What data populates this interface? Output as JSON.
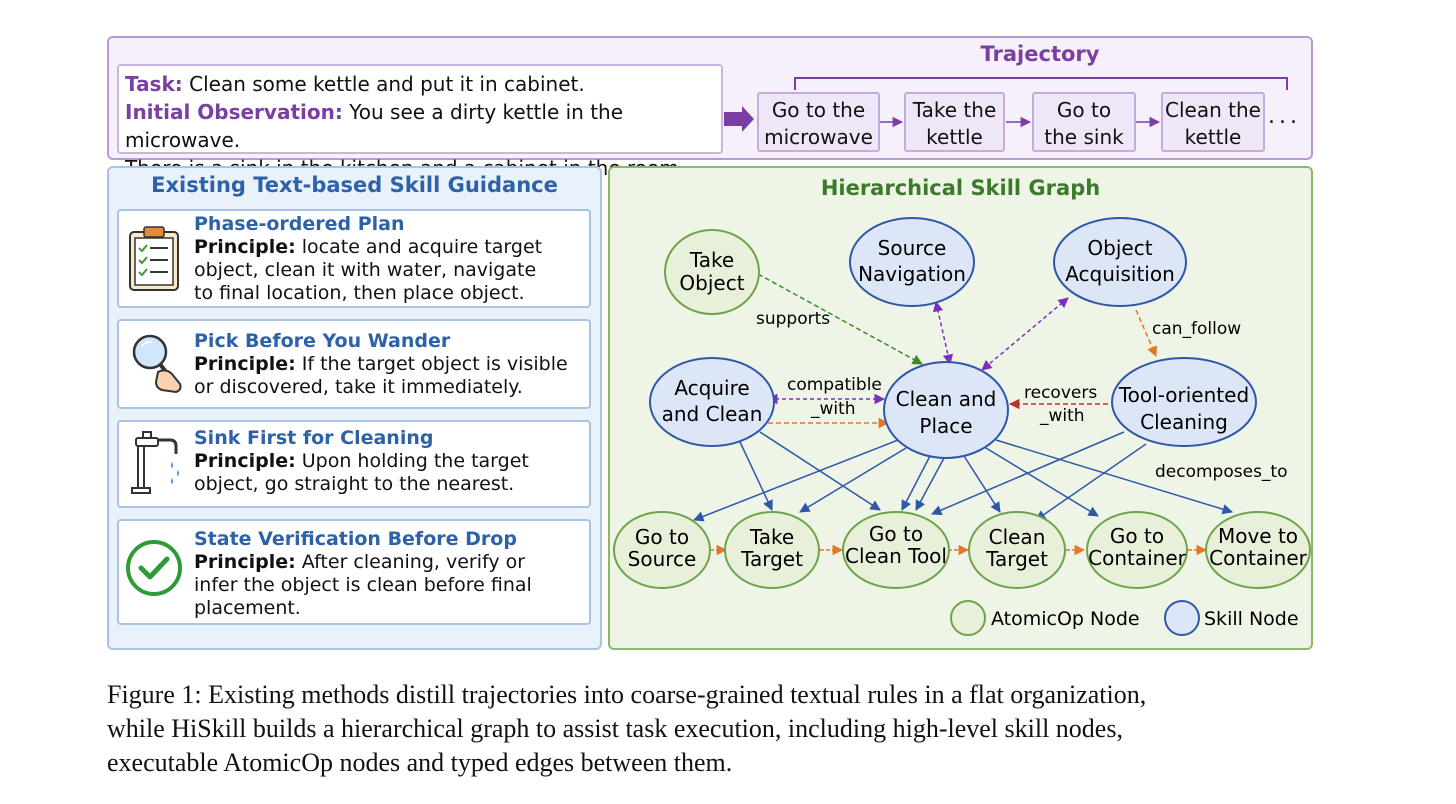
{
  "top": {
    "task_label": "Task:",
    "task_text": " Clean some kettle and put it in cabinet.",
    "obs_label": "Initial Observation:",
    "obs_text": " You see a dirty kettle in the microwave.",
    "obs_text2": "There is a sink in the kitchen and a cabinet in the room.",
    "trajectory_title": "Trajectory",
    "steps": [
      {
        "line1": "Go to the",
        "line2": "microwave"
      },
      {
        "line1": "Take the",
        "line2": "kettle"
      },
      {
        "line1": "Go to",
        "line2": "the sink"
      },
      {
        "line1": "Clean the",
        "line2": "kettle"
      }
    ],
    "ellipsis": "..."
  },
  "left": {
    "title": "Existing Text-based Skill Guidance",
    "principle_label": "Principle:",
    "cards": [
      {
        "title": "Phase-ordered Plan",
        "l1": " locate and acquire target",
        "l2": "object, clean it with water, navigate",
        "l3": "to final location, then place object.",
        "icon": "clipboard-checklist-icon"
      },
      {
        "title": "Pick Before You Wander",
        "l1": " If the target object is visible",
        "l2": "or discovered, take it immediately.",
        "l3": "",
        "icon": "magnifier-hand-icon"
      },
      {
        "title": "Sink First for Cleaning",
        "l1": " Upon holding the target",
        "l2": "object, go straight to the nearest.",
        "l3": "",
        "icon": "faucet-icon"
      },
      {
        "title": "State Verification Before Drop",
        "l1": " After cleaning, verify or",
        "l2": "infer the object is clean before final",
        "l3": "placement.",
        "icon": "check-circle-icon"
      }
    ]
  },
  "right": {
    "title": "Hierarchical Skill Graph",
    "nodes": {
      "take_object": [
        "Take",
        "Object"
      ],
      "source_nav": [
        "Source",
        "Navigation"
      ],
      "object_acq": [
        "Object",
        "Acquisition"
      ],
      "acquire_clean": [
        "Acquire",
        "and Clean"
      ],
      "clean_place": [
        "Clean and",
        "Place"
      ],
      "tool_cleaning": [
        "Tool-oriented",
        "Cleaning"
      ],
      "go_source": [
        "Go to",
        "Source"
      ],
      "take_target": [
        "Take",
        "Target"
      ],
      "go_clean_tool": [
        "Go to",
        "Clean Tool"
      ],
      "clean_target": [
        "Clean",
        "Target"
      ],
      "go_container": [
        "Go to",
        "Container"
      ],
      "move_container": [
        "Move to",
        "Container"
      ]
    },
    "edge_labels": {
      "supports": "supports",
      "can_follow": "can_follow",
      "compatible": "compatible",
      "compatible_with": "_with",
      "recovers": "recovers",
      "recovers_with": "_with",
      "decomposes_to": "decomposes_to"
    },
    "legend": {
      "atomic": "AtomicOp Node",
      "skill": "Skill Node"
    },
    "colors": {
      "skill_fill": "#dde6f6",
      "skill_stroke": "#2f57a8",
      "atomic_fill": "#e8f0da",
      "atomic_stroke": "#6ea34b",
      "purple_edge": "#7b2fc0",
      "green_edge": "#3d8b2a",
      "orange_edge": "#e0782a",
      "red_edge": "#c0302a",
      "blue_edge": "#2f57a8"
    }
  },
  "caption": {
    "line1": "Figure 1: Existing methods distill trajectories into coarse-grained textual rules in a flat organization,",
    "line2": "while HiSkill builds a hierarchical graph to assist task execution, including high-level skill nodes,",
    "line3": "executable AtomicOp nodes and typed edges between them."
  }
}
